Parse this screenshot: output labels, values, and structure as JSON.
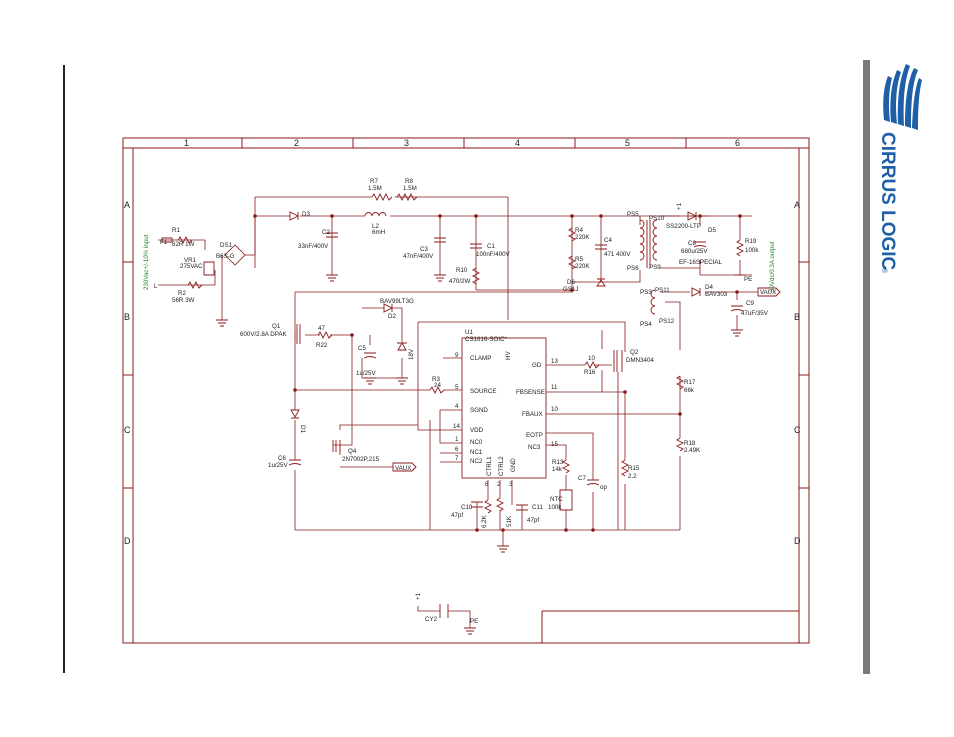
{
  "logo": {
    "text": "CIRRUS LOGIC",
    "reg": "®",
    "brand_color": "#1f5fa8"
  },
  "frame": {
    "columns": [
      "1",
      "2",
      "3",
      "4",
      "5",
      "6"
    ],
    "rows": [
      "A",
      "B",
      "C",
      "D"
    ]
  },
  "colors": {
    "wire": "#8b1a1a",
    "label": "#222222",
    "green_text": "#1f8a2a",
    "frame": "#8b1a1a"
  },
  "labels": {
    "input_side": "230Vac+/-10% input",
    "output_side": "39Vdc/0.3A output",
    "f1": "F1",
    "r1": "R1",
    "r1_val": "82R 1W",
    "vr1": "VR1",
    "vr1_val": "275VAC",
    "r2": "R2",
    "r2_val": "56R 3W",
    "l_terminal": "L",
    "ds1": "DS1",
    "ds1_val": "B6S-G",
    "d3": "D3",
    "r7": "R7",
    "r7_val": "1.5M",
    "r8": "R8",
    "r8_val": "1.5M",
    "c2": "C2",
    "c2_val": "33nF/400V",
    "l2": "L2",
    "l2_val": "6mH",
    "c3": "C3",
    "c3_val": "47nF/400V",
    "c1": "C1",
    "c1_val": "100nF/400V",
    "r10": "R10",
    "r10_val": "470/2W",
    "r4": "R4",
    "r4_val": "220K",
    "r5": "R5",
    "r5_val": "220K",
    "c4": "C4",
    "c4_val": "471 400V",
    "d6": "D6",
    "d6_val": "GS1J",
    "ps5": "PS5",
    "ps10": "PS10",
    "ps6": "PS6",
    "ps9": "PS9",
    "ps11": "PS11",
    "ps3": "PS3",
    "ps12": "PS12",
    "ps4": "PS4",
    "plus1": "+1",
    "d5": "D5",
    "d5_val": "SS2200-LTP",
    "c8": "C8",
    "c8_val": "680u/25V",
    "r19": "R19",
    "r19_val": "100k",
    "t1_val": "EF-16SPECIAL",
    "pe1": "PE",
    "pe2": "PE",
    "d4": "D4",
    "d4_val": "BAV303",
    "c9": "C9",
    "c9_val": "47uF/35V",
    "vaux1": "VAUX",
    "vaux2": "VAUX",
    "d1": "D1",
    "d1_val": "BAV99LT3G",
    "d2": "D2",
    "z_val": "18V",
    "q1": "Q1",
    "q1_val": "600V/2.8A DPAK",
    "r22": "R22",
    "r22_val": "47",
    "c5": "C5",
    "c5_val": "1u/25V",
    "u1": "U1",
    "u1_val": "CS1616-SOIC*",
    "pin_clamp": "CLAMP",
    "pin_hv": "HV",
    "pin_gd": "GD",
    "pin_source": "SOURCE",
    "pin_fbsense": "FBSENSE",
    "pin_sgnd": "SGND",
    "pin_fbaux": "FBAUX",
    "pin_vdd": "VDD",
    "pin_eotp": "EOTP",
    "pin_nc0": "NC0",
    "pin_nc1": "NC1",
    "pin_nc2": "NC2",
    "pin_nc3": "NC3",
    "pin_ctrl1": "CTRL1",
    "pin_ctrl2": "CTRL2",
    "pin_gnd": "GND",
    "n9": "9",
    "n13": "13",
    "n5": "5",
    "n11": "11",
    "n4": "4",
    "n10": "10",
    "n14": "14",
    "n1": "1",
    "n6": "6",
    "n7": "7",
    "n15": "15",
    "n8": "8",
    "n2": "2",
    "n3": "3",
    "r3": "R3",
    "r3_val": "24",
    "r16": "R16",
    "r16_val": "10",
    "q2": "Q2",
    "q2_val": "DMN3404",
    "r17": "R17",
    "r17_val": "66k",
    "r18": "R18",
    "r18_val": "2.49K",
    "c6": "C6",
    "c6_val": "1u/25V",
    "q4": "Q4",
    "q4_val": "2N7002P,215",
    "r13": "R13",
    "r13_val": "14k",
    "ntc": "NTC",
    "ntc_val": "100k",
    "c7": "C7",
    "c7_val": "op",
    "r15": "R15",
    "r15_val": "2.2",
    "c10": "C10",
    "c10_val": "47pf",
    "c11": "C11",
    "c11_val": "47pf",
    "rx_val": "6.2K",
    "ry_val": "51K",
    "cy2": "CY2",
    "plus1b": "+1"
  }
}
